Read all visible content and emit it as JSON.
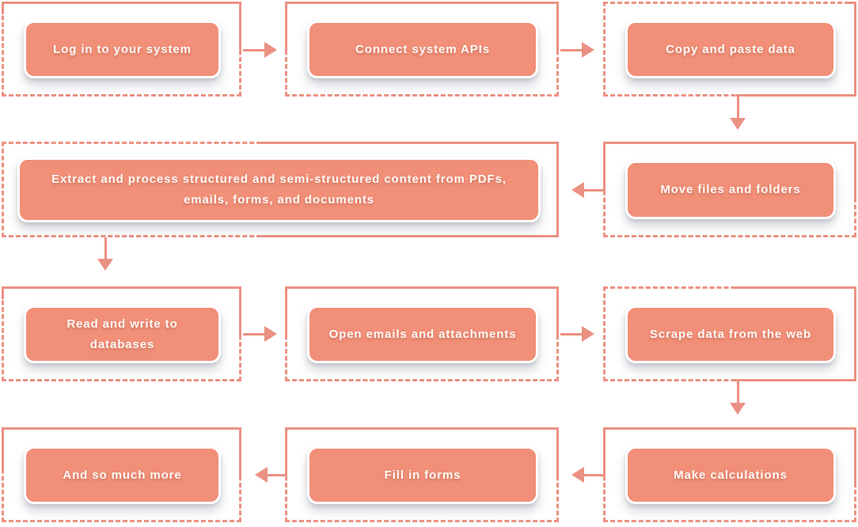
{
  "palette": {
    "line": "#EB9183",
    "node_fill": "#F18F78",
    "node_border": "#FFFFFF",
    "node_text": "#FDF9F6",
    "background": "#FFFFFF"
  },
  "nodes": {
    "login": {
      "label": "Log in to your system"
    },
    "apis": {
      "label": "Connect system APIs"
    },
    "copy_paste": {
      "label": "Copy and paste data"
    },
    "move_files": {
      "label": "Move files and folders"
    },
    "extract": {
      "label": "Extract and process structured and semi-structured content from PDFs, emails, forms, and documents"
    },
    "databases": {
      "label": "Read and write to databases"
    },
    "emails": {
      "label": "Open emails and attachments"
    },
    "scrape": {
      "label": "Scrape data from the web"
    },
    "calculations": {
      "label": "Make calculations"
    },
    "forms": {
      "label": "Fill in forms"
    },
    "more": {
      "label": "And so much more"
    }
  },
  "edges": [
    {
      "from": "login",
      "to": "apis",
      "direction": "right"
    },
    {
      "from": "apis",
      "to": "copy_paste",
      "direction": "right"
    },
    {
      "from": "copy_paste",
      "to": "move_files",
      "direction": "down"
    },
    {
      "from": "move_files",
      "to": "extract",
      "direction": "left"
    },
    {
      "from": "extract",
      "to": "databases",
      "direction": "down"
    },
    {
      "from": "databases",
      "to": "emails",
      "direction": "right"
    },
    {
      "from": "emails",
      "to": "scrape",
      "direction": "right"
    },
    {
      "from": "scrape",
      "to": "calculations",
      "direction": "down"
    },
    {
      "from": "calculations",
      "to": "forms",
      "direction": "left"
    },
    {
      "from": "forms",
      "to": "more",
      "direction": "left"
    }
  ]
}
